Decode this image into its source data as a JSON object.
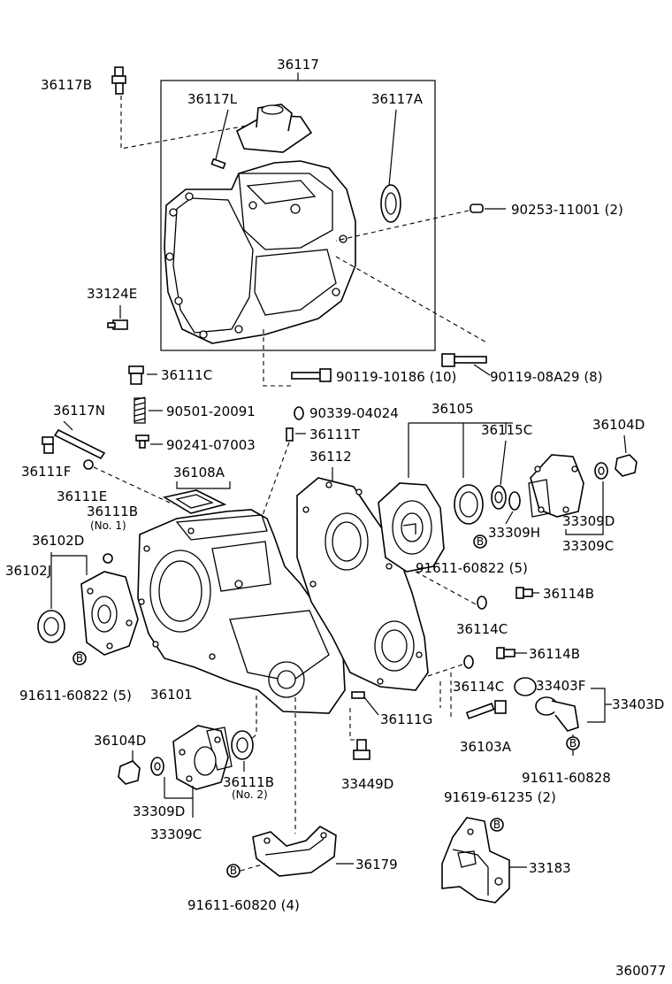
{
  "labels": {
    "l36117": "36117",
    "l36117B": "36117B",
    "l36117L": "36117L",
    "l36117A": "36117A",
    "l90253": "90253-11001 (2)",
    "l33124E": "33124E",
    "l36111C": "36111C",
    "l90119a": "90119-10186 (10)",
    "l90119b": "90119-08A29 (8)",
    "l36117N": "36117N",
    "l90501": "90501-20091",
    "l90339": "90339-04024",
    "l36105": "36105",
    "l36104D_top": "36104D",
    "l90241": "90241-07003",
    "l36111T": "36111T",
    "l36115C": "36115C",
    "l36111F": "36111F",
    "l36112": "36112",
    "l36111E": "36111E",
    "l36108A": "36108A",
    "l36111B1": "36111B",
    "l36111B1_sub": "(No. 1)",
    "l36102D": "36102D",
    "l36102J": "36102J",
    "l33309D_top": "33309D",
    "l33309H": "33309H",
    "l33309C_top": "33309C",
    "l91611_60822_r": "91611-60822 (5)",
    "l36114B_a": "36114B",
    "l36114C_a": "36114C",
    "l36114B_b": "36114B",
    "l36114C_b": "36114C",
    "l33403F": "33403F",
    "l33403D": "33403D",
    "l91611_60822_l": "91611-60822 (5)",
    "l36101": "36101",
    "l36111G": "36111G",
    "l36103A": "36103A",
    "l36104D_bot": "36104D",
    "l36111B2": "36111B",
    "l36111B2_sub": "(No. 2)",
    "l33449D": "33449D",
    "l91611_60828": "91611-60828",
    "l33309D_bot": "33309D",
    "l33309C_bot": "33309C",
    "l91619": "91619-61235 (2)",
    "l36179": "36179",
    "l33183": "33183",
    "l91611_60820": "91611-60820 (4)",
    "l360077": "360077",
    "bolt_mark": "B"
  }
}
